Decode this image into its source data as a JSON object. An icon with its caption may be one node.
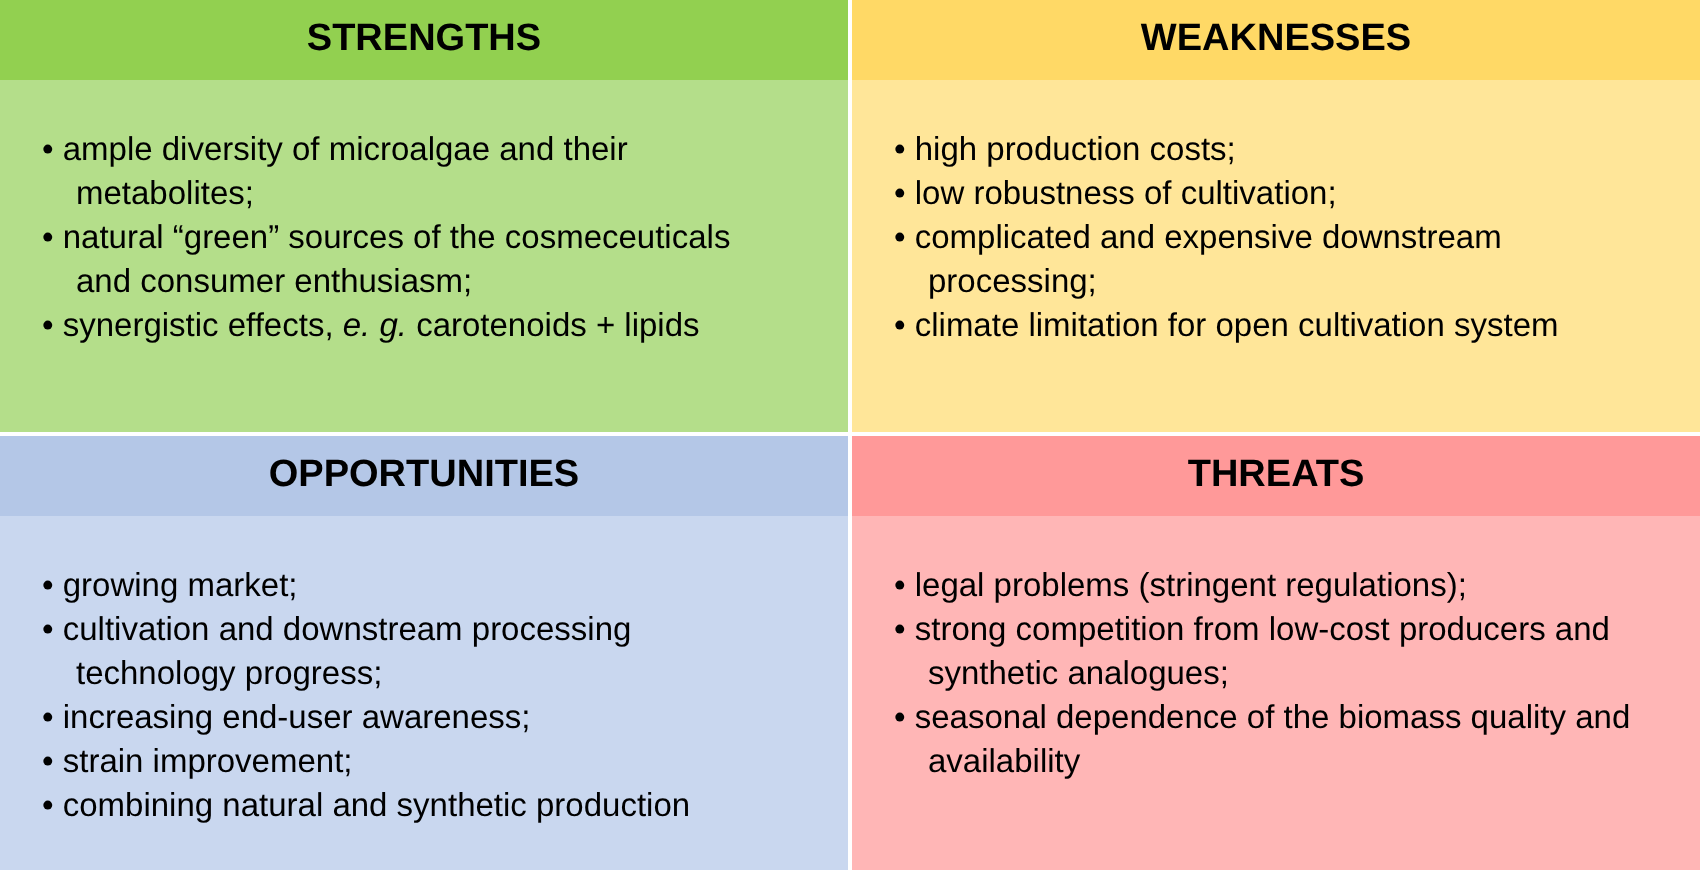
{
  "diagram": {
    "nodes": [
      {
        "text": [
          "STRENGTHS",
          "• ample diversity of microalgae and their metabolites;",
          "• natural “green” sources of the cosmeceuticals and consumer enthusiasm;",
          "• synergistic effects, *e. g.* carotenoids + lipids"
        ]
      },
      {
        "text": [
          "WEAKNESSES",
          "• high production costs;",
          "• low robustness of cultivation;",
          "• complicated and expensive downstream processing;",
          "• climate limitation for open cultivation system"
        ]
      },
      {
        "text": [
          "OPPORTUNITIES",
          "• growing market;",
          "• cultivation and downstream processing technology progress;",
          "• increasing end-user awareness;",
          "• strain improvement;",
          "• combining natural and synthetic production"
        ]
      },
      {
        "text": [
          "THREATS",
          "• legal problems (stringent regulations);",
          "• strong competition from low-cost producers and synthetic analogues;",
          "• seasonal dependence of the biomass quality and availability"
        ]
      }
    ]
  }
}
